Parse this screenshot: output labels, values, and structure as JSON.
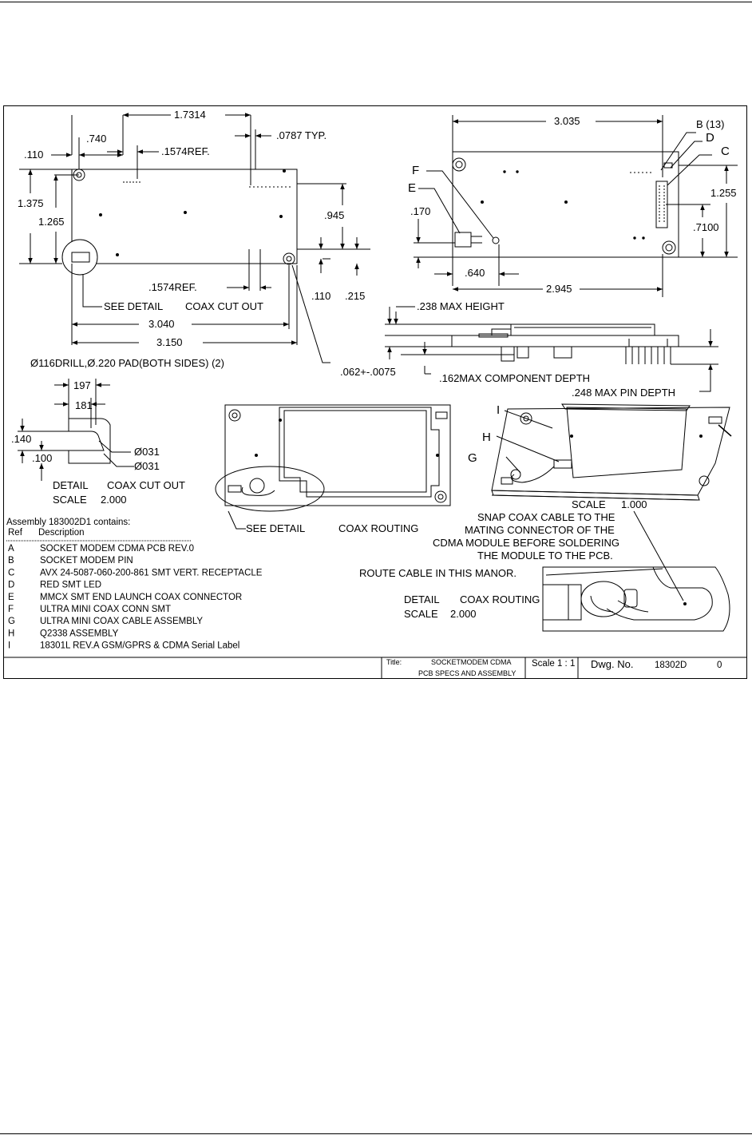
{
  "top_view": {
    "dims": {
      "d1": "1.7314",
      "d2": ".0787 TYP.",
      "d3": ".740",
      "d4": ".110",
      "d5": ".1574REF.",
      "d6": "1.375",
      "d7": "1.265",
      "d8": ".945",
      "d9": ".1574REF.",
      "d10": ".110",
      "d11": ".215",
      "d12": "3.040",
      "d13": "3.150"
    },
    "see_detail": "SEE DETAIL",
    "coax_cut_out": "COAX CUT OUT",
    "drill_note": "Ø116DRILL,Ø.220 PAD(BOTH SIDES) (2)"
  },
  "right_view": {
    "dims": {
      "w": "3.035",
      "b": "B (13)",
      "d": "D",
      "c": "C",
      "f": "F",
      "e": "E",
      "h1": ".170",
      "h2": "1.255",
      "h3": ".7100",
      "x1": ".640",
      "x2": "2.945"
    }
  },
  "side_view": {
    "max_height": ".238 MAX HEIGHT",
    "thickness": ".062+-.0075",
    "comp_depth": ".162MAX COMPONENT DEPTH",
    "pin_depth": ".248 MAX PIN DEPTH"
  },
  "detail_cutout": {
    "d1": "197",
    "d2": "181",
    "d3": ".140",
    "d4": ".100",
    "r1": "Ø031",
    "r2": "Ø031",
    "title": "DETAIL",
    "name": "COAX CUT OUT",
    "scale_label": "SCALE",
    "scale": "2.000"
  },
  "bottom_view": {
    "see_detail": "SEE DETAIL",
    "name": "COAX ROUTING"
  },
  "iso_view": {
    "i": "I",
    "h": "H",
    "g": "G",
    "scale_label": "SCALE",
    "scale": "1.000"
  },
  "notes": {
    "n1": "SNAP COAX CABLE TO THE",
    "n2": "MATING CONNECTOR OF THE",
    "n3": "CDMA MODULE BEFORE SOLDERING",
    "n4": "THE MODULE TO THE PCB.",
    "n5": "ROUTE CABLE IN THIS MANOR."
  },
  "detail_routing": {
    "title": "DETAIL",
    "name": "COAX ROUTING",
    "scale_label": "SCALE",
    "scale": "2.000"
  },
  "bom": {
    "title": "Assembly 183002D1 contains:",
    "header_ref": "Ref",
    "header_desc": "Description",
    "items": [
      {
        "ref": "A",
        "desc": "SOCKET MODEM CDMA PCB REV.0"
      },
      {
        "ref": "B",
        "desc": "SOCKET MODEM PIN"
      },
      {
        "ref": "C",
        "desc": "AVX 24-5087-060-200-861 SMT VERT. RECEPTACLE"
      },
      {
        "ref": "D",
        "desc": "RED SMT LED"
      },
      {
        "ref": "E",
        "desc": "MMCX SMT END LAUNCH COAX CONNECTOR"
      },
      {
        "ref": "F",
        "desc": "ULTRA MINI COAX CONN SMT"
      },
      {
        "ref": "G",
        "desc": "ULTRA MINI COAX CABLE ASSEMBLY"
      },
      {
        "ref": "H",
        "desc": "Q2338 ASSEMBLY"
      },
      {
        "ref": "I",
        "desc": "18301L REV.A GSM/GPRS   & CDMA Serial Label"
      }
    ]
  },
  "title_block": {
    "title_label": "Title:",
    "title_line1": "SOCKETMODEM CDMA",
    "title_line2": "PCB SPECS AND ASSEMBLY",
    "scale": "Scale 1 : 1",
    "dwg_label": "Dwg. No.",
    "dwg_no": "18302D",
    "rev": "0"
  }
}
